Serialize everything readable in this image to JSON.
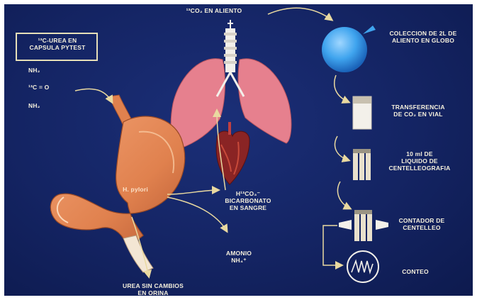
{
  "title_breath": "¹³CO₂ EN ALIENTO",
  "capsule_label": [
    "¹³C-UREA EN",
    "CAPSULA PYTEST"
  ],
  "formula": {
    "nh2_top": "NH₂",
    "c_label": "¹³C = O",
    "nh2_bottom": "NH₂"
  },
  "stomach_label": "H. pylori",
  "bicarbonate_label": [
    "H¹³CO₃⁻",
    "BICARBONATO",
    "EN SANGRE"
  ],
  "ammonium_label": [
    "AMONIO",
    "NH₄⁺"
  ],
  "urine_label": [
    "UREA SIN CAMBIOS",
    "EN ORINA"
  ],
  "steps": [
    [
      "COLECCION DE 2L DE",
      "ALIENTO EN GLOBO"
    ],
    [
      "TRANSFERENCIA",
      "DE CO₂ EN VIAL"
    ],
    [
      "10 ml DE",
      "LIQUIDO DE",
      "CENTELLEOGRAFIA"
    ],
    [
      "CONTADOR DE",
      "CENTELLEO"
    ],
    [
      "CONTEO"
    ]
  ],
  "colors": {
    "background": "#142463",
    "label": "#f4efdc",
    "arrow": "#e9d9a0",
    "lung": "#e6808e",
    "stomach": "#e0814e",
    "balloon": "#3fa4ee"
  }
}
